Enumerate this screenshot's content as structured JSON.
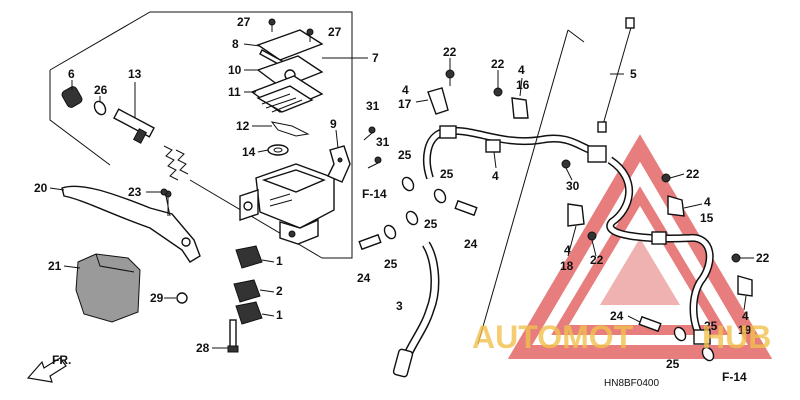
{
  "diagram_code": "HN8BF0400",
  "front_marker": "FR.",
  "ref_labels": [
    "F-14",
    "F-14"
  ],
  "watermark": {
    "part1": "AUTOMOT",
    "part2": "HUB",
    "accent_red": "#e05252",
    "accent_orange": "#f2c14e"
  },
  "callouts": {
    "c27a": "27",
    "c27b": "27",
    "c8": "8",
    "c7": "7",
    "c10": "10",
    "c11": "11",
    "c6": "6",
    "c13": "13",
    "c26": "26",
    "c12": "12",
    "c9": "9",
    "c14": "14",
    "c31a": "31",
    "c31b": "31",
    "c20": "20",
    "c23": "23",
    "c21": "21",
    "c29": "29",
    "c1a": "1",
    "c2": "2",
    "c1b": "1",
    "c28": "28",
    "c22a": "22",
    "c22b": "22",
    "c4a": "4",
    "c16": "16",
    "c4b": "4",
    "c17": "17",
    "c5": "5",
    "c25a": "25",
    "c25b": "25",
    "c4c": "4",
    "c25c": "25",
    "c24a": "24",
    "c24b": "24",
    "c25d": "25",
    "c3": "3",
    "c30": "30",
    "c22c": "22",
    "c4d": "4",
    "c15": "15",
    "c4e": "4",
    "c18": "18",
    "c22d": "22",
    "c22e": "22",
    "c4f": "4",
    "c19": "19",
    "c24c": "24",
    "c25e": "25",
    "c25f": "25"
  }
}
